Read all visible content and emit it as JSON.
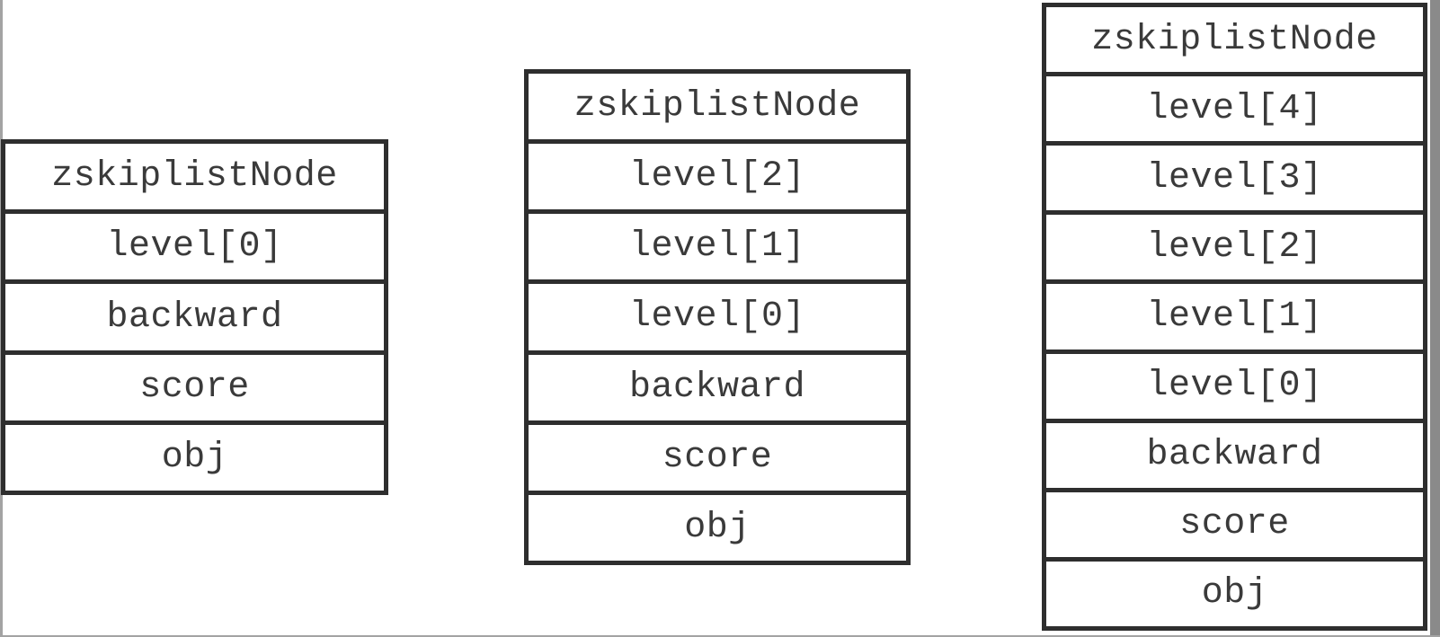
{
  "colors": {
    "background": "#ffffff",
    "border": "#2e2e2e",
    "text": "#3a3a3a",
    "edge_line": "#a3a3a3",
    "right_strip": "#8a8a8a"
  },
  "structs": [
    {
      "rows": [
        "zskiplistNode",
        "level[0]",
        "backward",
        "score",
        "obj"
      ]
    },
    {
      "rows": [
        "zskiplistNode",
        "level[2]",
        "level[1]",
        "level[0]",
        "backward",
        "score",
        "obj"
      ]
    },
    {
      "rows": [
        "zskiplistNode",
        "level[4]",
        "level[3]",
        "level[2]",
        "level[1]",
        "level[0]",
        "backward",
        "score",
        "obj"
      ]
    }
  ]
}
